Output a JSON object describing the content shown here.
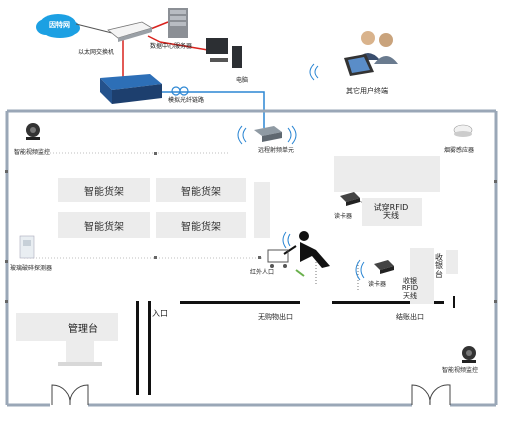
{
  "network": {
    "cloud_label": "因特网",
    "switch_label": "以太网交换机",
    "server_label": "数据中心服务器",
    "pc_label": "电脑",
    "fiber_label": "模拟光纤链路",
    "user_terminal_label": "其它用户终端"
  },
  "store": {
    "camera_left_label": "智能视频监控",
    "wireless_unit_label": "远程射频单元",
    "smoke_label": "烟雾感应器",
    "shelves": [
      "智能货架",
      "智能货架",
      "智能货架",
      "智能货架"
    ],
    "reader_1_label": "读卡器",
    "trial_rfid_label": [
      "试穿RFID",
      "天线"
    ],
    "glass_detector_label": "玻璃破碎探测器",
    "infrared_label": "红外人口",
    "reader_2_label": "读卡器",
    "checkout_rfid_label": [
      "收银",
      "RFID",
      "天线"
    ],
    "cashier_label": [
      "收",
      "银",
      "台"
    ],
    "entrance_label": "入口",
    "no_purchase_exit_label": "无购物出口",
    "checkout_exit_label": "结账出口",
    "mgmt_label": "管理台",
    "camera_right_label": "智能视频监控"
  },
  "colors": {
    "cloud": "#1ca0e3",
    "red_link": "#d9231e",
    "blue_link": "#2b86d3",
    "wall": "#9aa7b7",
    "shelf_fill": "#ececec"
  }
}
